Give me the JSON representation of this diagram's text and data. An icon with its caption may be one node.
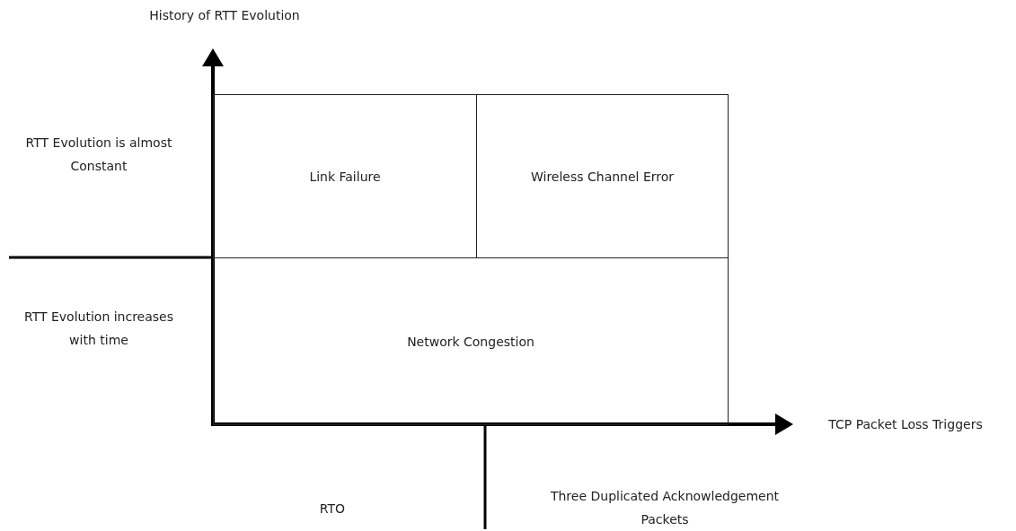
{
  "diagram": {
    "nodes": [
      {
        "text": [
          "Link Failure"
        ]
      },
      {
        "text": [
          "Wireless Channel Error"
        ]
      },
      {
        "text": [
          "Network Congestion"
        ]
      }
    ],
    "labels": [
      "History of RTT Evolution",
      "RTT Evolution is almost Constant",
      "RTT Evolution increases with time",
      "TCP Packet Loss Triggers",
      "RTO",
      "Three Duplicated Acknowledgement Packets"
    ]
  }
}
